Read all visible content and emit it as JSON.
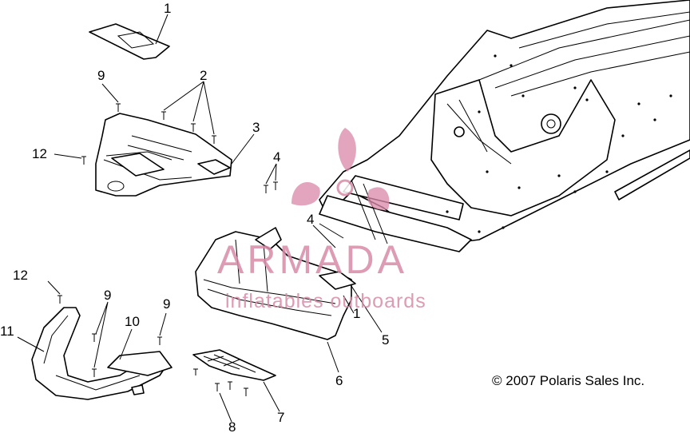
{
  "callouts": [
    {
      "label": "1"
    },
    {
      "label": "2"
    },
    {
      "label": "3"
    },
    {
      "label": "4"
    },
    {
      "label": "4"
    },
    {
      "label": "1"
    },
    {
      "label": "5"
    },
    {
      "label": "6"
    },
    {
      "label": "7"
    },
    {
      "label": "8"
    },
    {
      "label": "9"
    },
    {
      "label": "9"
    },
    {
      "label": "9"
    },
    {
      "label": "10"
    },
    {
      "label": "11"
    },
    {
      "label": "12"
    },
    {
      "label": "12"
    }
  ],
  "copyright": "© 2007 Polaris Sales Inc.",
  "watermark": {
    "main": "ARMADA",
    "sub": "inflatables outboards",
    "color": "#d98aa8"
  },
  "colors": {
    "line": "#000000",
    "background": "#ffffff",
    "watermark": "#d98aa8"
  }
}
